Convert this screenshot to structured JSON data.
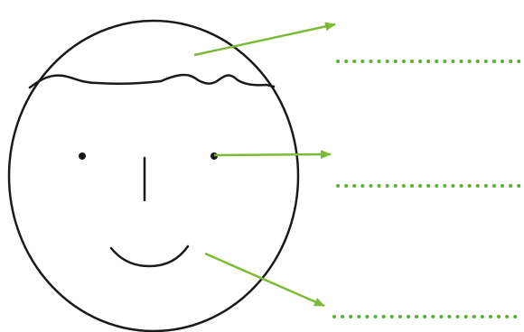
{
  "diagram": {
    "subject": "face-outline",
    "parts": [
      "hair",
      "eye",
      "mouth"
    ],
    "answer_blanks": 3
  },
  "colors": {
    "outline": "#1a1a1a",
    "arrow": "#7dba3a",
    "dotted_line": "#5fae3a",
    "background": "#ffffff"
  }
}
